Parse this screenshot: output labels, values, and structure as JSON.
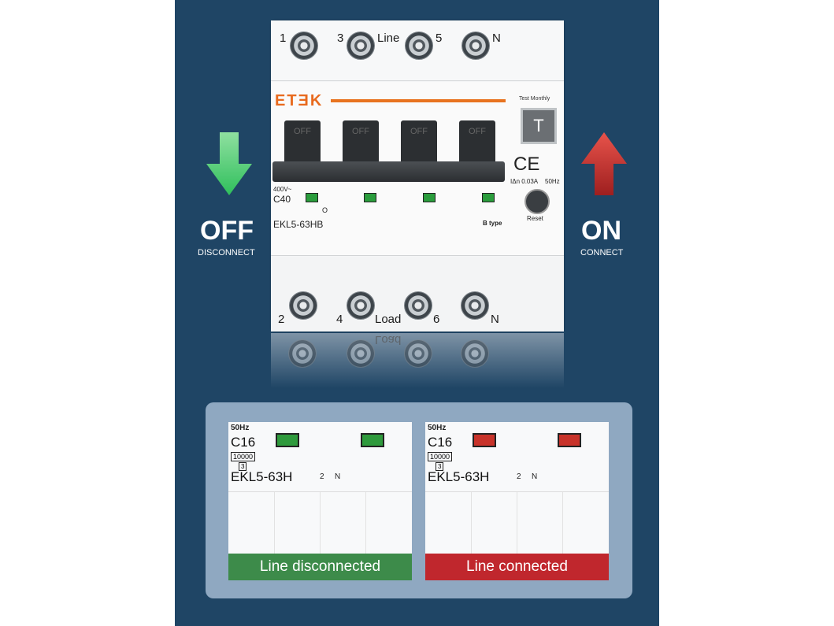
{
  "top_terminals": [
    "1",
    "3",
    "Line",
    "5",
    "N"
  ],
  "bottom_terminals": [
    "2",
    "4",
    "Load",
    "6",
    "N"
  ],
  "brand": "ETƎK",
  "test_label": "Test Monthly",
  "test_button": "T",
  "handle_label": "OFF",
  "breaker": {
    "voltage": "400V~",
    "rating": "C40",
    "model": "EKL5-63HB",
    "b_type": "B type",
    "ian": "IΔn 0.03A",
    "freq": "50Hz",
    "reset": "Reset",
    "ce": "CE",
    "off_symbol": "O"
  },
  "off_side": {
    "word": "OFF",
    "sub": "DISCONNECT",
    "color": "#3cc46a"
  },
  "on_side": {
    "word": "ON",
    "sub": "CONNECT",
    "color": "#d63a34"
  },
  "cards": [
    {
      "hz": "50Hz",
      "rating": "C16",
      "box1": "10000",
      "box2": "3",
      "model": "EKL5-63H",
      "indicator_color": "#2f9a3c",
      "banner": "Line disconnected",
      "banner_color": "#3d8b4a",
      "t1": "2",
      "t2": "N"
    },
    {
      "hz": "50Hz",
      "rating": "C16",
      "box1": "10000",
      "box2": "3",
      "model": "EKL5-63H",
      "indicator_color": "#c8332a",
      "banner": "Line connected",
      "banner_color": "#c0272d",
      "t1": "2",
      "t2": "N"
    }
  ]
}
